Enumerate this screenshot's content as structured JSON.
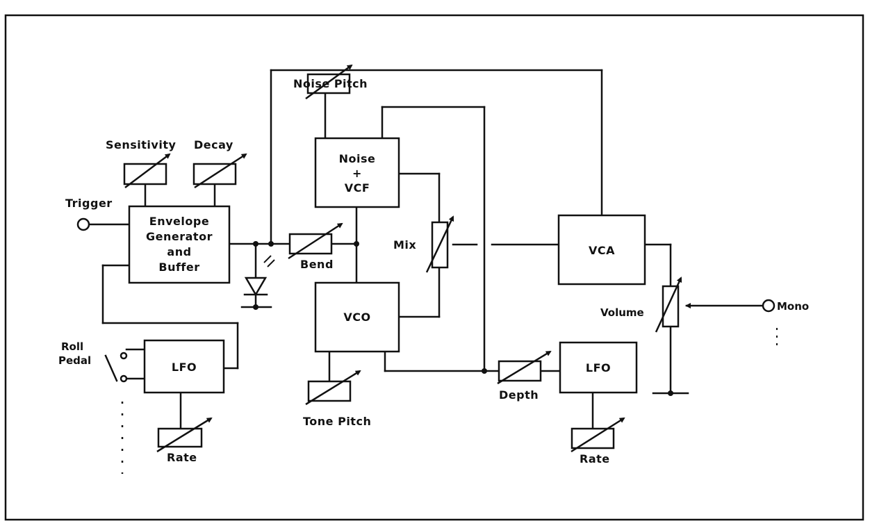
{
  "blocks": {
    "envelope": {
      "lines": [
        "Envelope",
        "Generator",
        "and",
        "Buffer"
      ]
    },
    "noise_vcf": {
      "lines": [
        "Noise",
        "+",
        "VCF"
      ]
    },
    "vco": {
      "lines": [
        "VCO"
      ]
    },
    "vca": {
      "lines": [
        "VCA"
      ]
    },
    "lfo_left": {
      "lines": [
        "LFO"
      ]
    },
    "lfo_right": {
      "lines": [
        "LFO"
      ]
    }
  },
  "controls": {
    "sensitivity": "Sensitivity",
    "decay": "Decay",
    "noise_pitch": "Noise Pitch",
    "bend": "Bend",
    "mix": "Mix",
    "tone_pitch": "Tone Pitch",
    "depth": "Depth",
    "rate_left": "Rate",
    "rate_right": "Rate",
    "volume": "Volume"
  },
  "io": {
    "trigger": "Trigger",
    "roll_pedal": [
      "Roll",
      "Pedal"
    ],
    "mono": "Mono"
  }
}
